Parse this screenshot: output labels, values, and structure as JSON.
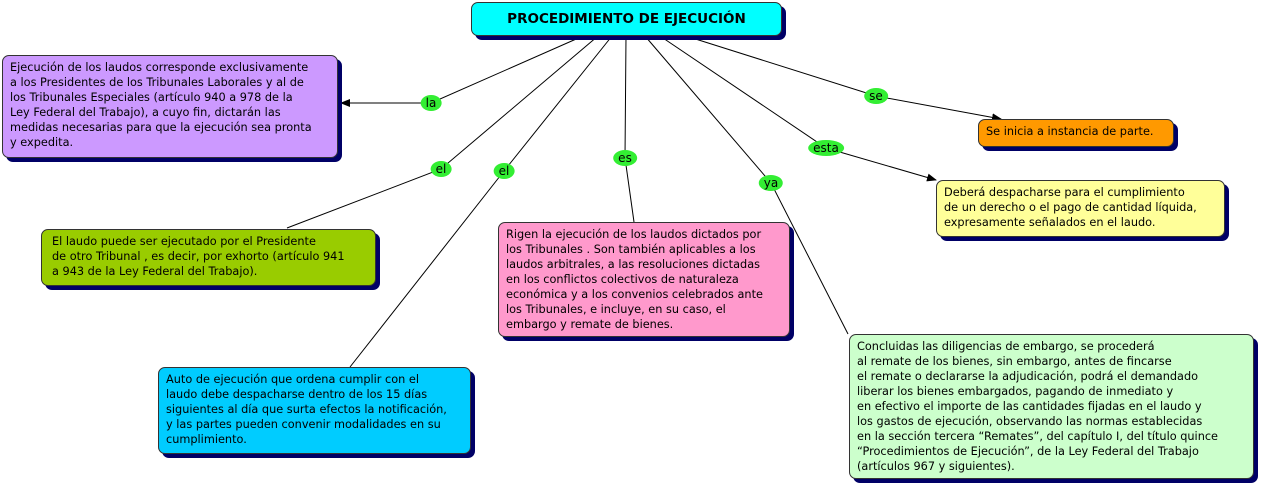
{
  "title": "PROCEDIMIENTO DE EJECUCIÓN",
  "colors": {
    "title": "#00ffff",
    "purple": "#cc99ff",
    "orange": "#ff9900",
    "yellow": "#ffff99",
    "olive": "#99cc00",
    "pink": "#ff99cc",
    "cyan": "#00ccff",
    "lightgreen": "#ccffcc",
    "link_label": "#33ee33"
  },
  "links": [
    "la",
    "el",
    "el",
    "es",
    "ya",
    "esta",
    "se"
  ],
  "nodes": {
    "purple": "Ejecución de los laudos corresponde exclusivamente\na los Presidentes de los Tribunales Laborales y al de\nlos Tribunales Especiales (artículo 940 a 978 de la\nLey Federal del Trabajo), a cuyo fin, dictarán las\nmedidas necesarias para que la ejecución sea pronta\ny expedita.",
    "orange": "Se inicia a instancia de parte.",
    "yellow": "Deberá despacharse para el cumplimiento\nde un derecho o el pago de cantidad líquida,\nexpresamente señalados en el laudo.",
    "olive": "El laudo puede ser ejecutado por el Presidente\nde otro Tribunal , es decir, por exhorto (artículo 941\na 943 de la Ley Federal del Trabajo).",
    "pink": "Rigen la ejecución de los laudos dictados por\nlos Tribunales . Son también aplicables a los\nlaudos arbitrales, a las resoluciones dictadas\nen los conflictos colectivos de naturaleza\neconómica y a los convenios celebrados ante\nlos Tribunales, e incluye, en su caso, el\nembargo y remate de bienes.",
    "cyan": "Auto de ejecución que ordena cumplir con el\nlaudo debe despacharse dentro de los 15 días\nsiguientes al día que surta efectos la notificación,\ny las partes pueden convenir modalidades en su\ncumplimiento.",
    "lightgreen": "Concluidas las diligencias de embargo, se procederá\nal remate de los bienes, sin embargo, antes de fincarse\nel remate o declararse la adjudicación, podrá el demandado\nliberar los bienes embargados, pagando de inmediato y\nen efectivo el importe de las cantidades fijadas en el laudo y\nlos gastos de ejecución, observando las normas establecidas\nen la sección tercera “Remates”, del capítulo I, del título quince\n“Procedimientos de Ejecución”, de la Ley Federal del Trabajo\n(artículos 967 y siguientes)."
  }
}
